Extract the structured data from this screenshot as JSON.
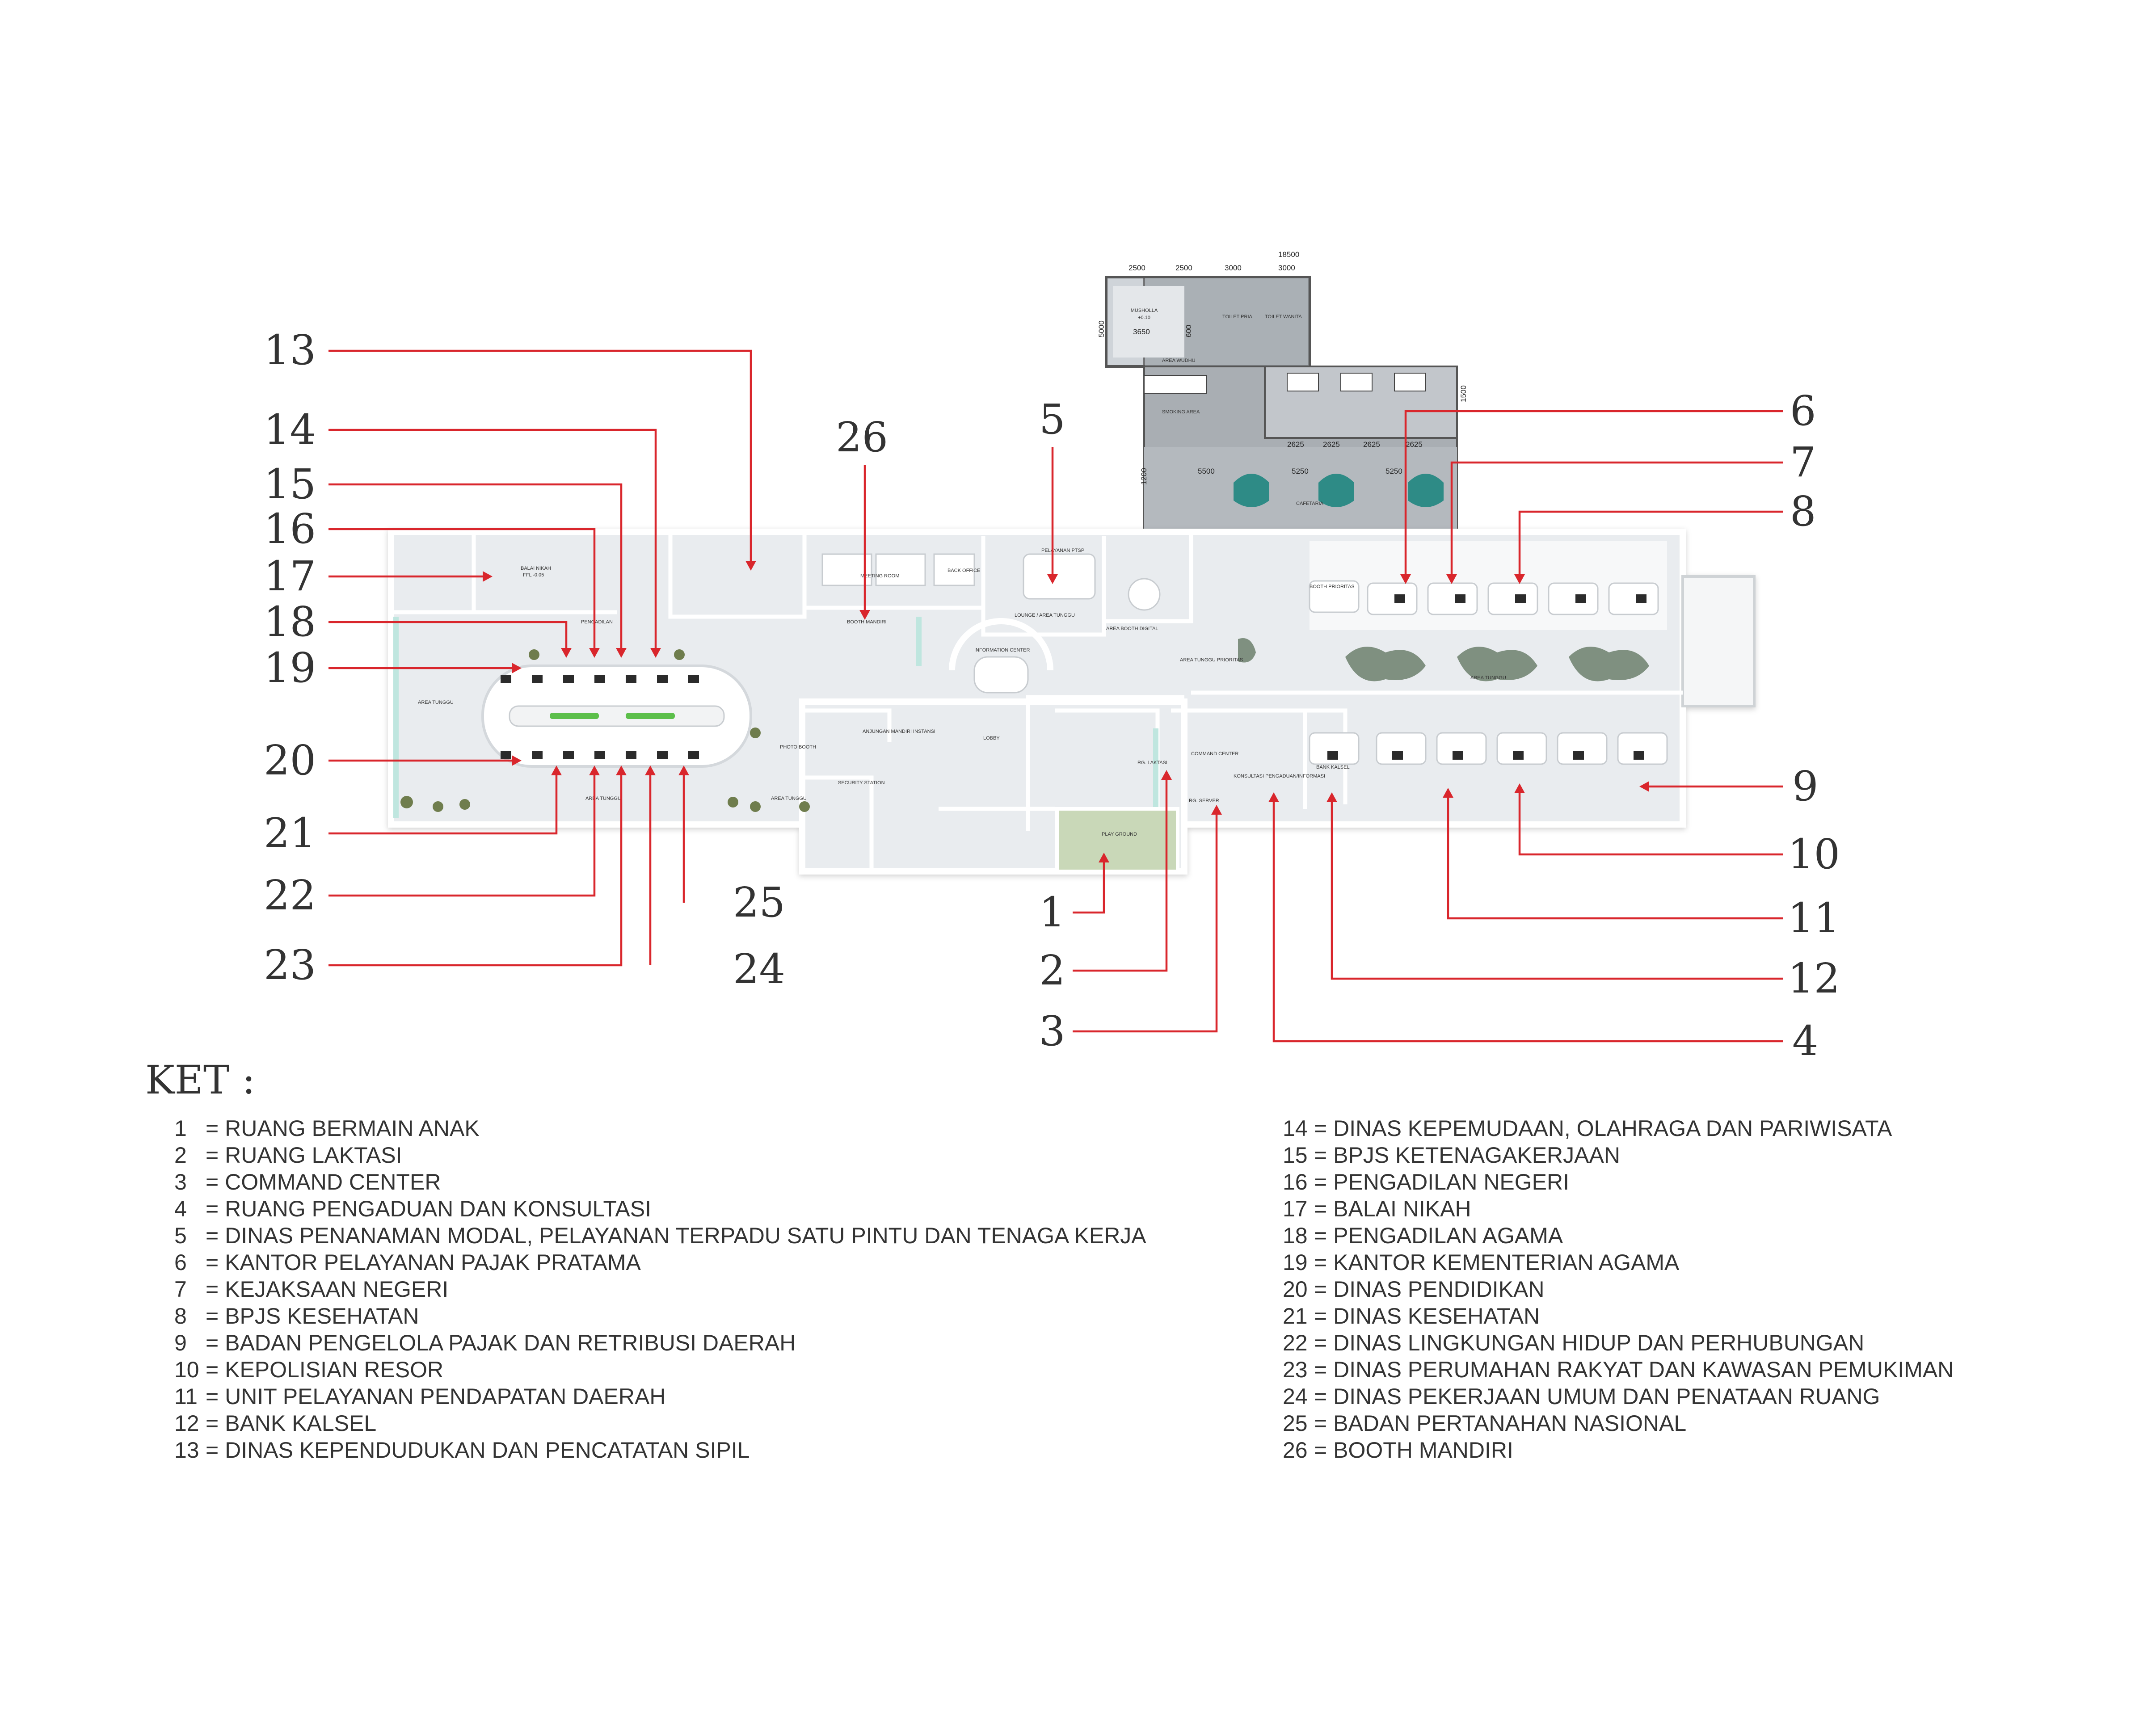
{
  "callouts": [
    {
      "n": "1"
    },
    {
      "n": "2"
    },
    {
      "n": "3"
    },
    {
      "n": "4"
    },
    {
      "n": "5"
    },
    {
      "n": "6"
    },
    {
      "n": "7"
    },
    {
      "n": "8"
    },
    {
      "n": "9"
    },
    {
      "n": "10"
    },
    {
      "n": "11"
    },
    {
      "n": "12"
    },
    {
      "n": "13"
    },
    {
      "n": "14"
    },
    {
      "n": "15"
    },
    {
      "n": "16"
    },
    {
      "n": "17"
    },
    {
      "n": "18"
    },
    {
      "n": "19"
    },
    {
      "n": "20"
    },
    {
      "n": "21"
    },
    {
      "n": "22"
    },
    {
      "n": "23"
    },
    {
      "n": "24"
    },
    {
      "n": "25"
    },
    {
      "n": "26"
    }
  ],
  "plan_labels": {
    "mushola": "MUSHOLLA",
    "mushola_level": "+0.10",
    "toilet_pria": "TOILET PRIA",
    "toilet_wanita": "TOILET WANITA",
    "area_wudhu": "AREA WUDHU",
    "smoking_area": "SMOKING AREA",
    "cafetaria": "CAFETARIA",
    "balai_nikah": "BALAI NIKAH",
    "pengadilan": "PENGADILAN",
    "meeting_room": "MEETING ROOM",
    "back_office": "BACK OFFICE",
    "pelayanan_ptsp": "PELAYANAN PTSP",
    "lounge": "LOUNGE / AREA TUNGGU",
    "booth_mandiri": "BOOTH MANDIRI",
    "information_center": "INFORMATION CENTER",
    "area_booth_digital": "AREA BOOTH DIGITAL",
    "anjungan": "ANJUNGAN MANDIRI INSTANSI",
    "lobby": "LOBBY",
    "photo_booth": "PHOTO BOOTH",
    "security_station": "SECURITY STATION",
    "play_ground": "PLAY GROUND",
    "rg_laktasi": "RG. LAKTASI",
    "command_center": "COMMAND CENTER",
    "rg_server": "RG. SERVER",
    "konsultasi": "KONSULTASI PENGADUAN/INFORMASI",
    "booth_prioritas": "BOOTH PRIORITAS",
    "area_tunggu_prioritas": "AREA TUNGGU PRIORITAS",
    "area_tunggu": "AREA TUNGGU",
    "ffl": "FFL -0.05",
    "bank": "BANK KALSEL"
  },
  "dimensions": {
    "top_total": "18500",
    "top_a": "2500",
    "top_b": "2500",
    "top_c": "3000",
    "top_d": "3000",
    "left_a": "5000",
    "mid_a": "3650",
    "mid_b": "600",
    "right_a": "1500",
    "row_a": "2625",
    "row_b": "2625",
    "row_c": "2625",
    "row_d": "2625",
    "bot_a": "5500",
    "bot_b": "5250",
    "bot_c": "5250",
    "left_b": "1200"
  },
  "legend": {
    "title": "KET :",
    "eq": "=",
    "left": [
      {
        "no": "1",
        "text": "RUANG BERMAIN ANAK"
      },
      {
        "no": "2",
        "text": "RUANG LAKTASI"
      },
      {
        "no": "3",
        "text": "COMMAND CENTER"
      },
      {
        "no": "4",
        "text": "RUANG PENGADUAN DAN KONSULTASI"
      },
      {
        "no": "5",
        "text": "DINAS PENANAMAN MODAL, PELAYANAN TERPADU SATU PINTU DAN TENAGA KERJA"
      },
      {
        "no": "6",
        "text": "KANTOR PELAYANAN PAJAK PRATAMA"
      },
      {
        "no": "7",
        "text": "KEJAKSAAN NEGERI"
      },
      {
        "no": "8",
        "text": "BPJS KESEHATAN"
      },
      {
        "no": "9",
        "text": "BADAN PENGELOLA PAJAK DAN RETRIBUSI DAERAH"
      },
      {
        "no": "10",
        "text": "KEPOLISIAN RESOR"
      },
      {
        "no": "11",
        "text": "UNIT PELAYANAN PENDAPATAN DAERAH"
      },
      {
        "no": "12",
        "text": "BANK KALSEL"
      },
      {
        "no": "13",
        "text": "DINAS KEPENDUDUKAN DAN PENCATATAN SIPIL"
      }
    ],
    "right": [
      {
        "no": "14",
        "text": "DINAS KEPEMUDAAN, OLAHRAGA DAN PARIWISATA"
      },
      {
        "no": "15",
        "text": "BPJS KETENAGAKERJAAN"
      },
      {
        "no": "16",
        "text": "PENGADILAN NEGERI"
      },
      {
        "no": "17",
        "text": "BALAI NIKAH"
      },
      {
        "no": "18",
        "text": "PENGADILAN AGAMA"
      },
      {
        "no": "19",
        "text": "KANTOR KEMENTERIAN AGAMA"
      },
      {
        "no": "20",
        "text": "DINAS PENDIDIKAN"
      },
      {
        "no": "21",
        "text": "DINAS KESEHATAN"
      },
      {
        "no": "22",
        "text": "DINAS LINGKUNGAN HIDUP DAN PERHUBUNGAN"
      },
      {
        "no": "23",
        "text": "DINAS PERUMAHAN RAKYAT DAN KAWASAN PEMUKIMAN"
      },
      {
        "no": "24",
        "text": "DINAS PEKERJAAN UMUM DAN PENATAAN RUANG"
      },
      {
        "no": "25",
        "text": "BADAN PERTANAHAN NASIONAL"
      },
      {
        "no": "26",
        "text": "BOOTH MANDIRI"
      }
    ]
  },
  "colors": {
    "leader": "#d9262c",
    "floor": "#e9ecef",
    "wall": "#ffffff",
    "upper_wing": "#a9aeb3",
    "glass": "#bfe6df",
    "sofa": "#7f9080",
    "play_ground": "#c9d8b8"
  }
}
